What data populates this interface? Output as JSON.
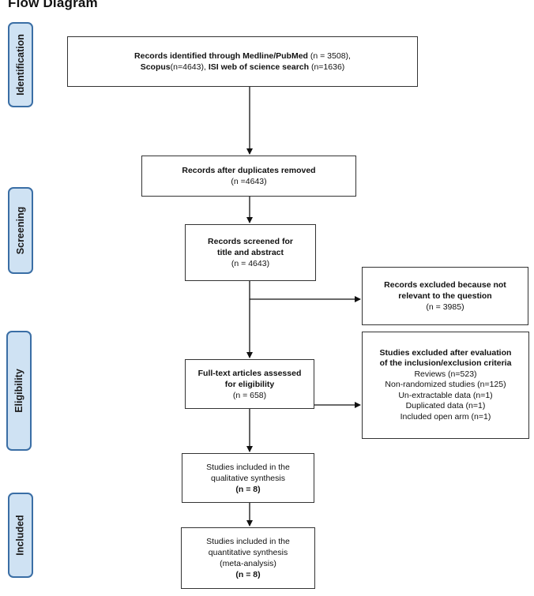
{
  "title": "Flow Diagram",
  "stages": {
    "identification": "Identification",
    "screening": "Screening",
    "eligibility": "Eligibility",
    "included": "Included"
  },
  "boxes": {
    "identified": {
      "line1_bold": "Records identified through Medline/PubMed",
      "line1_n": " (n = 3508),",
      "line2_a_bold": "Scopus",
      "line2_a_n": "(n=4643), ",
      "line2_b_bold": "ISI web of science search",
      "line2_b_n": " (n=1636)"
    },
    "deduplicated": {
      "label": "Records after duplicates removed",
      "n": "(n =4643)"
    },
    "screened": {
      "label_line1": "Records screened for",
      "label_line2": "title and abstract",
      "n": "(n = 4643)"
    },
    "excluded_screening": {
      "label_line1": "Records excluded because not",
      "label_line2": "relevant to the question",
      "n": "(n = 3985)"
    },
    "fulltext": {
      "label_line1": "Full-text articles assessed",
      "label_line2": "for eligibility",
      "n": "(n = 658)"
    },
    "excluded_eligibility": {
      "label_line1": "Studies excluded after evaluation",
      "label_line2": "of the inclusion/exclusion criteria",
      "reasons": [
        "Reviews (n=523)",
        "Non-randomized studies (n=125)",
        "Un-extractable data (n=1)",
        "Duplicated data (n=1)",
        "Included open arm (n=1)"
      ]
    },
    "qualitative": {
      "label_line1": "Studies included in the",
      "label_line2": "qualitative synthesis",
      "n": "(n = 8)"
    },
    "quantitative": {
      "label_line1": "Studies included in the",
      "label_line2": "quantitative synthesis",
      "label_line3": "(meta-analysis)",
      "n": "(n = 8)"
    }
  }
}
